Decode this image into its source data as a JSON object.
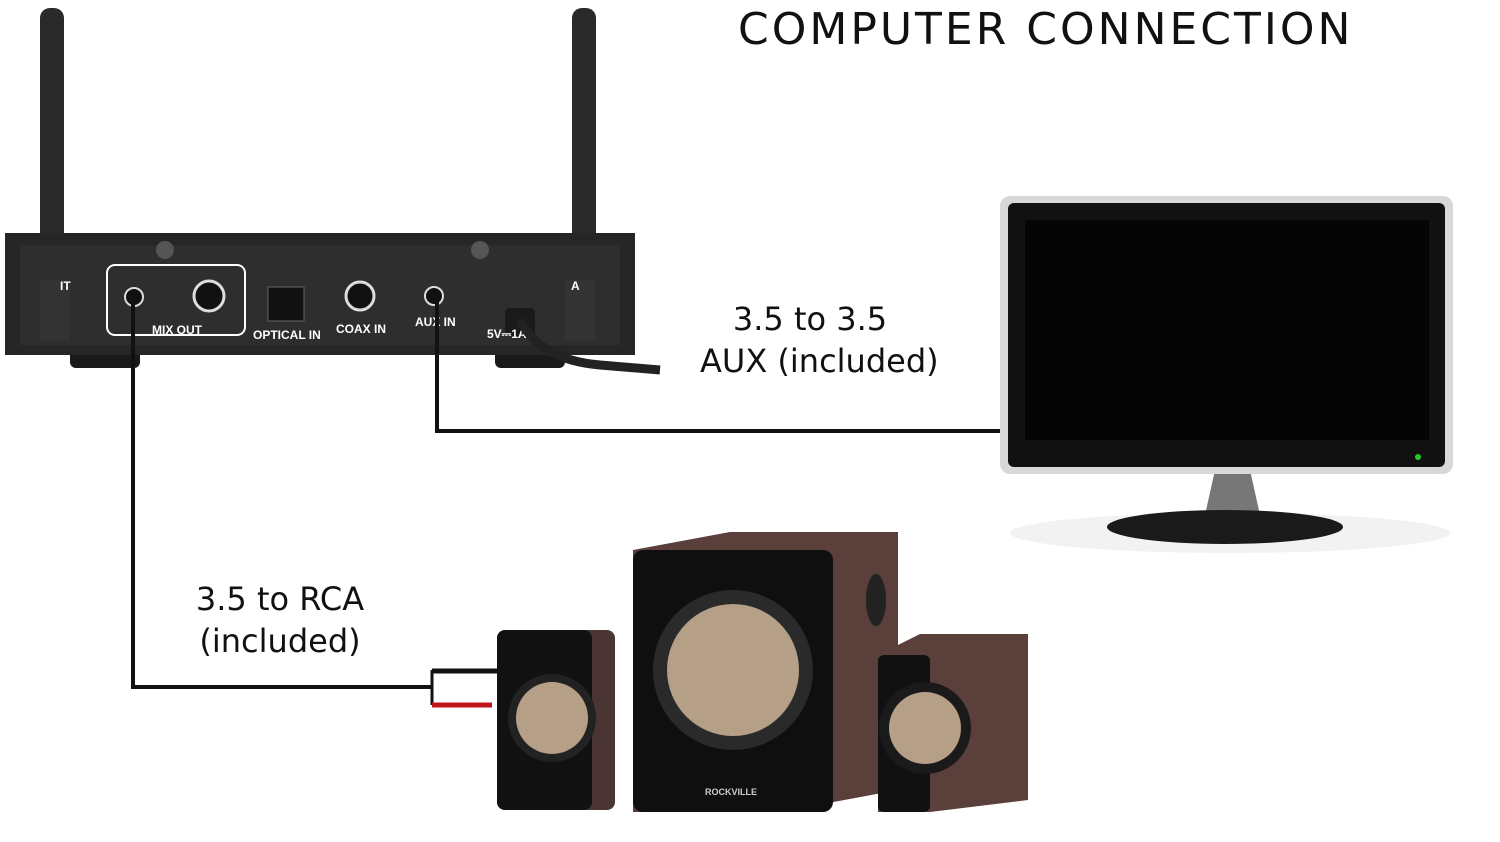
{
  "title": "COMPUTER CONNECTION",
  "receiver": {
    "ports": {
      "ant_left": "IT",
      "mix_out": "MIX OUT",
      "optical_in": "OPTICAL IN",
      "coax_in": "COAX IN",
      "aux_in": "AUX IN",
      "power": "5V⎓1A",
      "ant_right": "A"
    }
  },
  "cables": {
    "aux": {
      "line1": "3.5 to 3.5",
      "line2": "AUX (included)"
    },
    "rca": {
      "line1": "3.5 to RCA",
      "line2": "(included)"
    }
  },
  "speakers": {
    "brand": "ROCKVILLE"
  },
  "colors": {
    "cable": "#111111",
    "rca_red": "#c0161b",
    "cone": "#b59f86",
    "wood": "#5a3f3a"
  }
}
